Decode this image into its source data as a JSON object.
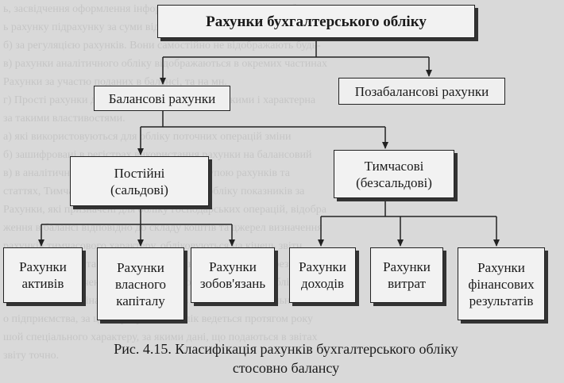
{
  "diagram": {
    "root": "Рахунки бухгалтерського обліку",
    "level1": {
      "balance": "Балансові рахунки",
      "off_balance": "Позабалансові рахунки"
    },
    "level2": {
      "permanent": "Постійні\n(сальдові)",
      "temporary": "Тимчасові\n(безсальдові)"
    },
    "leaves": {
      "assets": "Рахунки\nактивів",
      "equity": "Рахунки\nвласного\nкапіталу",
      "liabilities": "Рахунки\nзобов'язань",
      "income": "Рахунки\nдоходів",
      "expenses": "Рахунки\nвитрат",
      "results": "Рахунки\nфінансових\nрезультатів"
    }
  },
  "caption": "Рис. 4.15. Класифікація рахунків бухгалтерського обліку\nстосовно балансу",
  "colors": {
    "background": "#d9d9d9",
    "box_fill": "#f2f2f2",
    "line": "#222222"
  }
}
